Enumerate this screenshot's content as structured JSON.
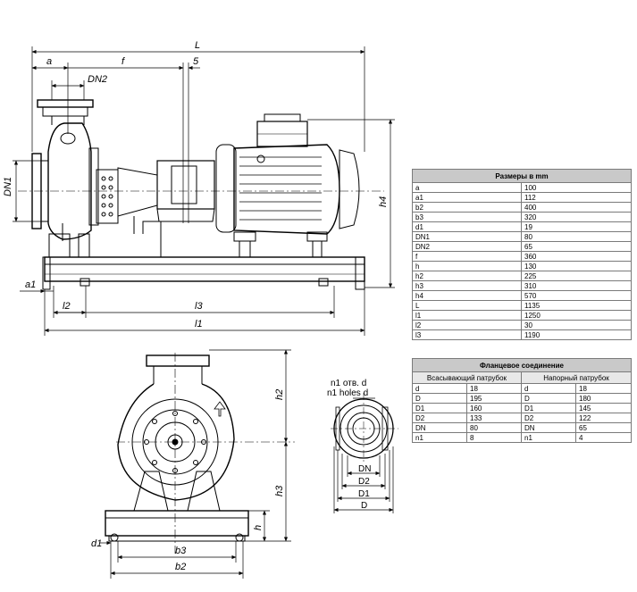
{
  "dimensions": {
    "L": "L",
    "a": "a",
    "f": "f",
    "s": "5",
    "DN2": "DN2",
    "DN1": "DN1",
    "h4": "h4",
    "a1": "a1",
    "l2": "l2",
    "l3": "l3",
    "l1": "l1",
    "h2": "h2",
    "h3": "h3",
    "h": "h",
    "d1": "d1",
    "b3": "b3",
    "b2": "b2",
    "holes_ru": "n1 отв. d",
    "holes_en": "n1 holes d",
    "fl_DN": "DN",
    "fl_D2": "D2",
    "fl_D1": "D1",
    "fl_D": "D"
  },
  "sizes_table": {
    "title": "Размеры в mm",
    "rows": [
      [
        "a",
        "100"
      ],
      [
        "a1",
        "112"
      ],
      [
        "b2",
        "400"
      ],
      [
        "b3",
        "320"
      ],
      [
        "d1",
        "19"
      ],
      [
        "DN1",
        "80"
      ],
      [
        "DN2",
        "65"
      ],
      [
        "f",
        "360"
      ],
      [
        "h",
        "130"
      ],
      [
        "h2",
        "225"
      ],
      [
        "h3",
        "310"
      ],
      [
        "h4",
        "570"
      ],
      [
        "L",
        "1135"
      ],
      [
        "l1",
        "1250"
      ],
      [
        "l2",
        "30"
      ],
      [
        "l3",
        "1190"
      ]
    ]
  },
  "flange_table": {
    "title": "Фланцевое соединение",
    "suction": "Всасывающий патрубок",
    "discharge": "Напорный патрубок",
    "rows": [
      [
        "d",
        "18",
        "d",
        "18"
      ],
      [
        "D",
        "195",
        "D",
        "180"
      ],
      [
        "D1",
        "160",
        "D1",
        "145"
      ],
      [
        "D2",
        "133",
        "D2",
        "122"
      ],
      [
        "DN",
        "80",
        "DN",
        "65"
      ],
      [
        "n1",
        "8",
        "n1",
        "4"
      ]
    ]
  },
  "colors": {
    "line": "#000000",
    "table_header": "#c9c9c9",
    "border": "#7a7a7a"
  }
}
